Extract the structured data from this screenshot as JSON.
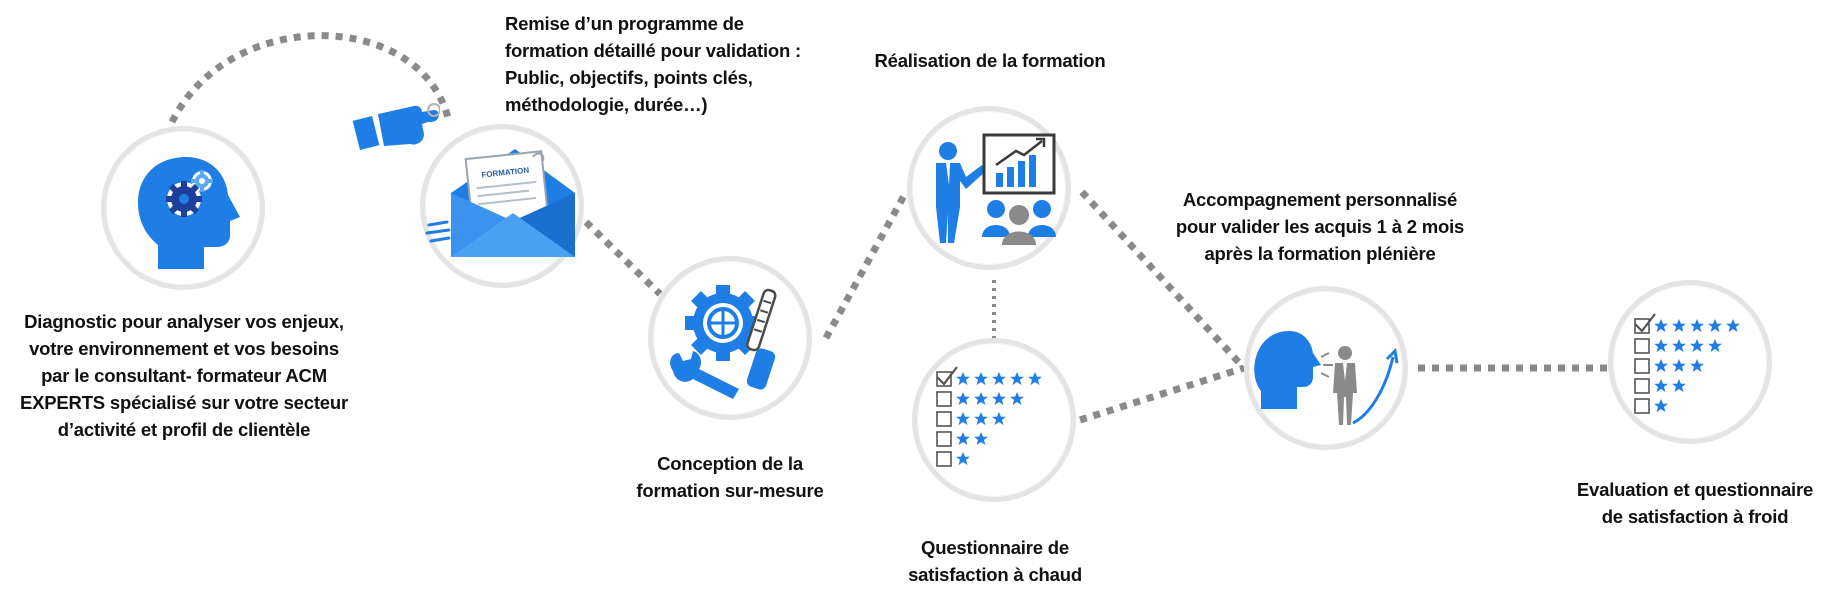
{
  "colors": {
    "accent": "#1e7ee6",
    "ring": "#e4e4e4",
    "dots": "#8a8a8a",
    "text": "#111111"
  },
  "steps": [
    {
      "id": "diagnostic",
      "icon": "head-gears-icon",
      "label_lines": [
        "Diagnostic pour analyser vos enjeux,",
        "votre environnement et vos besoins",
        "par le consultant- formateur ACM",
        "EXPERTS spécialisé sur votre secteur",
        "d’activité et profil de clientèle"
      ]
    },
    {
      "id": "programme",
      "icon": "envelope-document-icon",
      "document_word": "FORMATION",
      "label_lines": [
        "Remise d’un programme de",
        "formation détaillé pour validation :",
        "Public, objectifs, points clés,",
        "méthodologie, durée…)"
      ]
    },
    {
      "id": "conception",
      "icon": "gear-wrench-screwdriver-icon",
      "label_lines": [
        "Conception de la",
        "formation sur-mesure"
      ]
    },
    {
      "id": "realisation",
      "icon": "presenter-audience-icon",
      "label_lines": [
        "Réalisation de la formation"
      ]
    },
    {
      "id": "questionnaire-chaud",
      "icon": "star-rating-checklist-icon",
      "label_lines": [
        "Questionnaire de",
        "satisfaction à chaud"
      ]
    },
    {
      "id": "accompagnement",
      "icon": "coach-speaking-growth-icon",
      "label_lines": [
        "Accompagnement personnalisé",
        "pour valider les acquis 1 à 2 mois",
        "après la formation plénière"
      ]
    },
    {
      "id": "evaluation-froid",
      "icon": "star-rating-checklist-icon",
      "label_lines": [
        "Evaluation et questionnaire",
        "de satisfaction à froid"
      ]
    }
  ]
}
